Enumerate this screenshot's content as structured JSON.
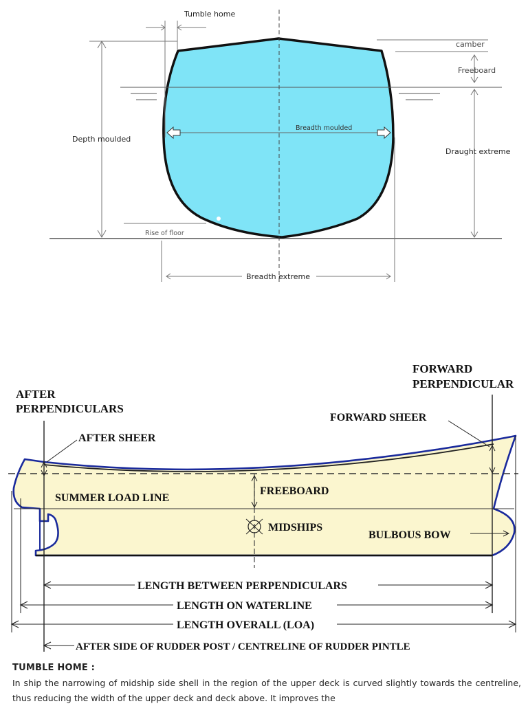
{
  "section_diagram": {
    "labels": {
      "tumble_home": "Tumble home",
      "camber": "camber",
      "freeboard": "Freeboard",
      "depth_moulded": "Depth moulded",
      "breadth_moulded": "Breadth moulded",
      "draught_extreme": "Draught extreme",
      "rise_of_floor": "Rise of floor",
      "breadth_extreme": "Breadth extreme"
    },
    "colors": {
      "hull_fill": "#7fe4f7",
      "hull_stroke": "#111111"
    }
  },
  "profile_diagram": {
    "labels": {
      "forward_perpendicular_1": "FORWARD",
      "forward_perpendicular_2": "PERPENDICULAR",
      "after_perpendiculars_1": "AFTER",
      "after_perpendiculars_2": "PERPENDICULARS",
      "forward_sheer": "FORWARD SHEER",
      "after_sheer": "AFTER SHEER",
      "summer_load_line": "SUMMER LOAD LINE",
      "freeboard": "FREEBOARD",
      "midships": "MIDSHIPS",
      "bulbous_bow": "BULBOUS BOW",
      "lbp": "LENGTH BETWEEN PERPENDICULARS",
      "lwl": "LENGTH ON WATERLINE",
      "loa": "LENGTH OVERALL (LOA)",
      "rudder": "AFTER SIDE OF RUDDER POST / CENTRELINE OF RUDDER PINTLE"
    },
    "colors": {
      "hull_fill": "#fbf6cf",
      "hull_stroke": "#1a2a9c"
    }
  },
  "text": {
    "heading": "TUMBLE HOME :",
    "body": "In ship the narrowing of midship side shell in the region of the upper deck is curved slightly towards the centreline, thus reducing the width of the upper deck and deck above. It improves the"
  }
}
